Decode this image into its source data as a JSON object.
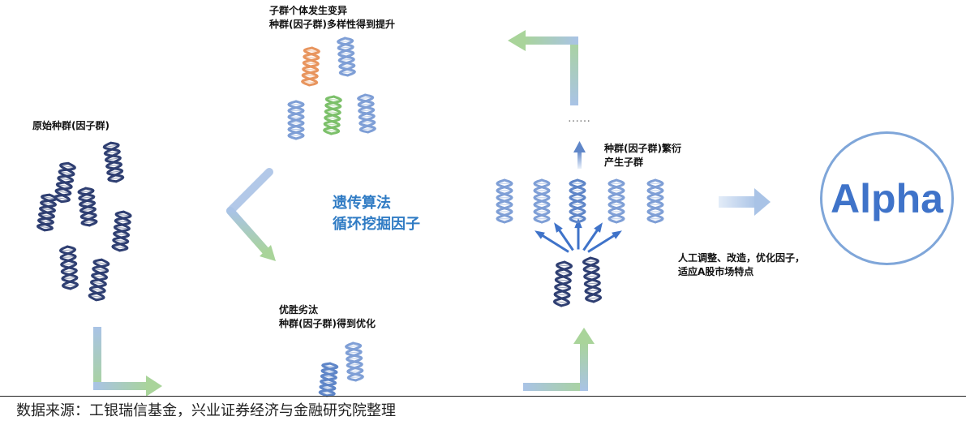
{
  "labels": {
    "original_population": "原始种群(因子群)",
    "mutation_line1": "子群个体发生变异",
    "mutation_line2": "种群(因子群)多样性得到提升",
    "selection_line1": "优胜劣汰",
    "selection_line2": "种群(因子群)得到优化",
    "reproduce_line1": "种群(因子群)繁衍",
    "reproduce_line2": "产生子群",
    "center_line1": "遗传算法",
    "center_line2": "循环挖掘因子",
    "adjust_line1": "人工调整、改造，优化因子，",
    "adjust_line2": "适应A股市场特点",
    "alpha": "Alpha",
    "ellipsis": "……"
  },
  "source": "数据来源：工银瑞信基金，兴业证券经济与金融研究院整理",
  "colors": {
    "dark_helix": "#2f3f72",
    "light_helix": "#7f9fd6",
    "orange_helix": "#e8955e",
    "green_helix": "#7cc06a",
    "blue_helix": "#5f86c8",
    "arrow_blue": "#aac4e6",
    "arrow_green": "#a9d49a",
    "accent_blue": "#2f7bc4",
    "alpha_ring": "#7fa6d9"
  }
}
